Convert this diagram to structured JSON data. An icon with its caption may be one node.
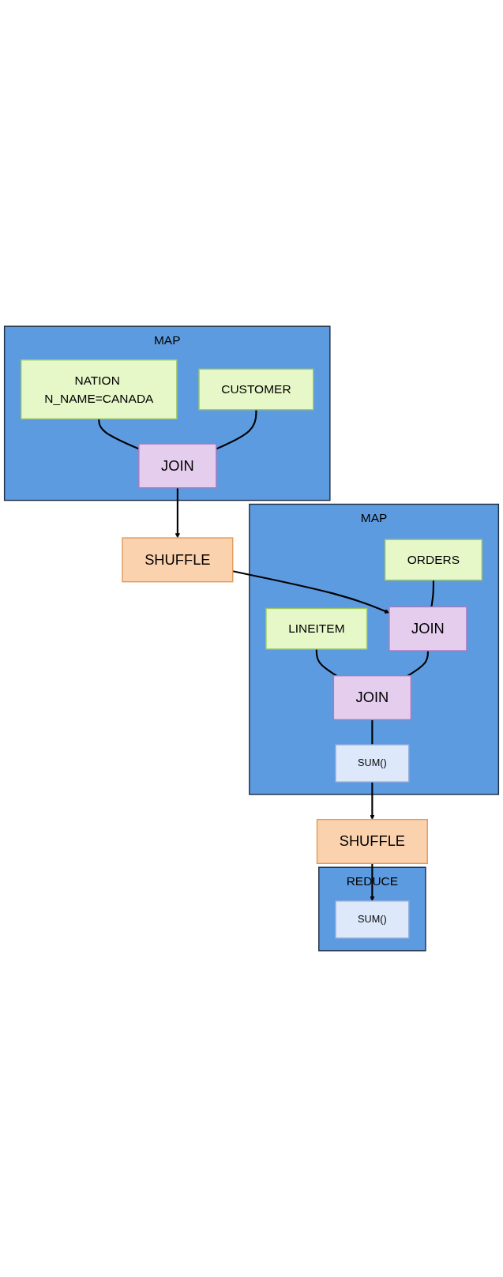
{
  "diagram": {
    "nodes": [
      {
        "text": [
          "MAP"
        ]
      },
      {
        "text": [
          "NATION N_NAME=CANADA"
        ],
        "in": 0
      },
      {
        "text": [
          "CUSTOMER"
        ],
        "in": 0
      },
      {
        "text": [
          "JOIN"
        ],
        "in": 0
      },
      {
        "text": [
          "SHUFFLE"
        ]
      },
      {
        "text": [
          "MAP"
        ]
      },
      {
        "text": [
          "ORDERS"
        ],
        "in": 5
      },
      {
        "text": [
          "LINEITEM"
        ],
        "in": 5
      },
      {
        "text": [
          "JOIN"
        ],
        "in": 5
      },
      {
        "text": [
          "JOIN"
        ],
        "in": 5
      },
      {
        "text": [
          "SUM()"
        ],
        "in": 5
      },
      {
        "text": [
          "SHUFFLE"
        ]
      },
      {
        "text": [
          "REDUCE"
        ]
      },
      {
        "text": [
          "SUM()"
        ],
        "in": 12
      }
    ],
    "edges": [
      {
        "from": 1,
        "to": 3,
        "arrow": "none"
      },
      {
        "from": 2,
        "to": 3,
        "arrow": "none"
      },
      {
        "from": 3,
        "to": 4,
        "arrow": "to"
      },
      {
        "from": 4,
        "to": 8,
        "arrow": "to"
      },
      {
        "from": 6,
        "to": 8,
        "arrow": "none"
      },
      {
        "from": 7,
        "to": 9,
        "arrow": "none"
      },
      {
        "from": 8,
        "to": 9,
        "arrow": "none"
      },
      {
        "from": 9,
        "to": 10,
        "arrow": "none"
      },
      {
        "from": 10,
        "to": 11,
        "arrow": "to"
      },
      {
        "from": 11,
        "to": 13,
        "arrow": "to"
      }
    ]
  }
}
